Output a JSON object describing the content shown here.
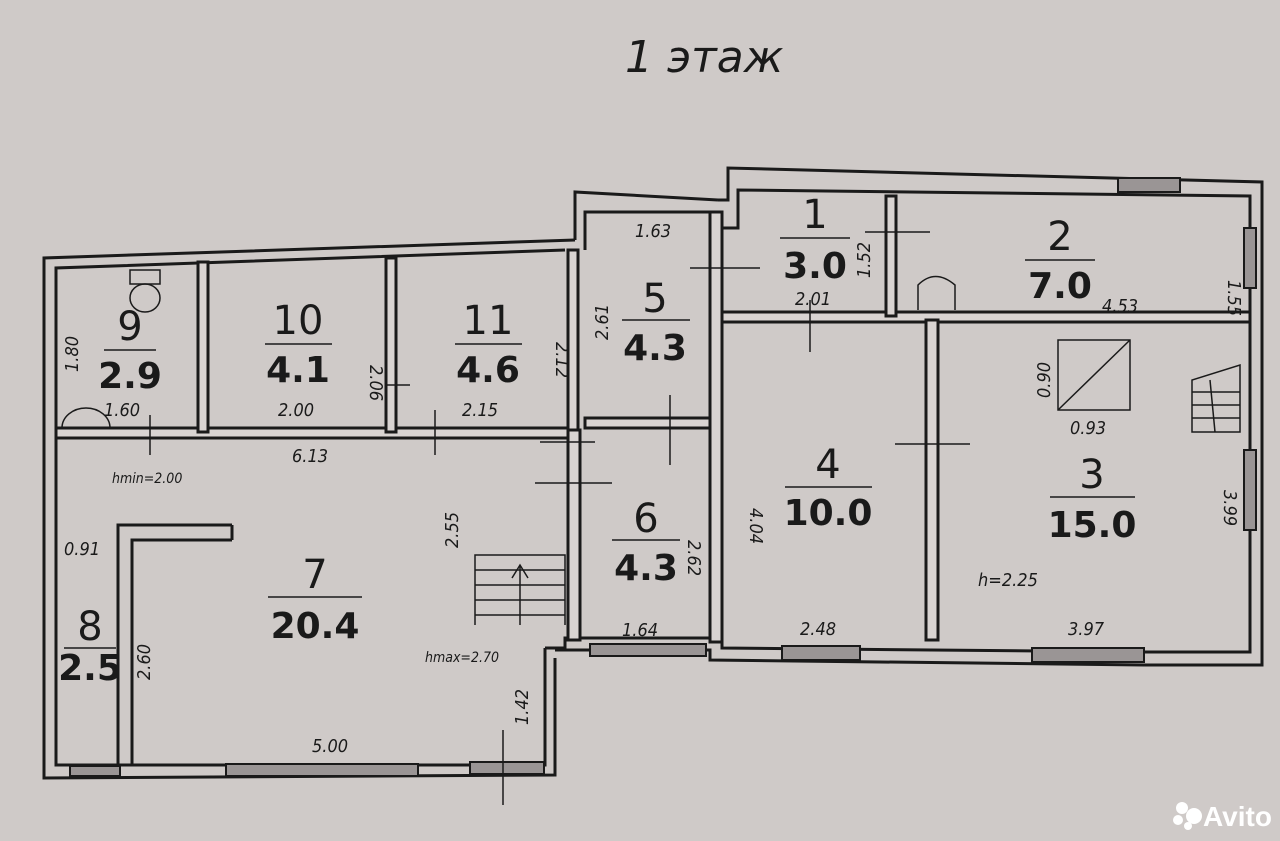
{
  "title": "1 этаж",
  "rooms": [
    {
      "num": "1",
      "area": "3.0"
    },
    {
      "num": "2",
      "area": "7.0"
    },
    {
      "num": "3",
      "area": "15.0"
    },
    {
      "num": "4",
      "area": "10.0"
    },
    {
      "num": "5",
      "area": "4.3"
    },
    {
      "num": "6",
      "area": "4.3"
    },
    {
      "num": "7",
      "area": "20.4"
    },
    {
      "num": "8",
      "area": "2.5"
    },
    {
      "num": "9",
      "area": "2.9"
    },
    {
      "num": "10",
      "area": "4.1"
    },
    {
      "num": "11",
      "area": "4.6"
    }
  ],
  "dims": {
    "d163": "1.63",
    "d152": "1.52",
    "d155": "1.55",
    "d201": "2.01",
    "d453": "4.53",
    "d261": "2.61",
    "d090": "0.90",
    "d093": "0.93",
    "d180": "1.80",
    "d206": "2.06",
    "d212": "2.12",
    "d160": "1.60",
    "d200": "2.00",
    "d215": "2.15",
    "d613": "6.13",
    "hmin": "hmin=2.00",
    "d404": "4.04",
    "d399": "3.99",
    "d255": "2.55",
    "d262": "2.62",
    "d091": "0.91",
    "d260": "2.60",
    "h225": "h=2.25",
    "hmax": "hmax=2.70",
    "d164": "1.64",
    "d248": "2.48",
    "d397": "3.97",
    "d142": "1.42",
    "d500": "5.00"
  },
  "watermark": "Avito"
}
